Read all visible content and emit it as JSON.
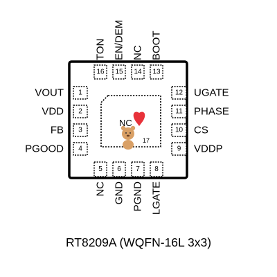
{
  "package": {
    "caption": "RT8209A (WQFN-16L 3x3)",
    "center_label": "NC",
    "center_pin_number": "17"
  },
  "pins": {
    "left": [
      {
        "num": "1",
        "name": "VOUT"
      },
      {
        "num": "2",
        "name": "VDD"
      },
      {
        "num": "3",
        "name": "FB"
      },
      {
        "num": "4",
        "name": "PGOOD"
      }
    ],
    "bottom": [
      {
        "num": "5",
        "name": "NC"
      },
      {
        "num": "6",
        "name": "GND"
      },
      {
        "num": "7",
        "name": "PGND"
      },
      {
        "num": "8",
        "name": "LGATE"
      }
    ],
    "right": [
      {
        "num": "12",
        "name": "UGATE"
      },
      {
        "num": "11",
        "name": "PHASE"
      },
      {
        "num": "10",
        "name": "CS"
      },
      {
        "num": "9",
        "name": "VDDP"
      }
    ],
    "top": [
      {
        "num": "16",
        "name": "TON"
      },
      {
        "num": "15",
        "name": "EN/DEM"
      },
      {
        "num": "14",
        "name": "NC"
      },
      {
        "num": "13",
        "name": "BOOT"
      }
    ]
  },
  "colors": {
    "outline": "#000000",
    "heart": "#e8323a",
    "bear": "#d9a066"
  }
}
